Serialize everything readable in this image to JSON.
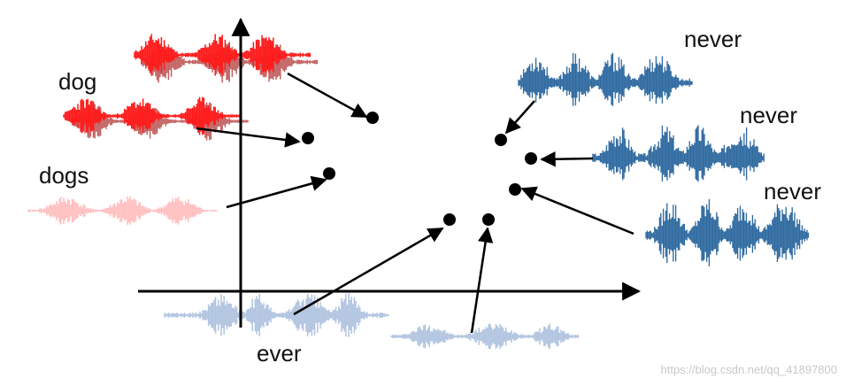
{
  "labels": {
    "dog": "dog",
    "dogs": "dogs",
    "never_1": "never",
    "never_2": "never",
    "never_3": "never",
    "ever": "ever"
  },
  "watermark": "https://blog.csdn.net/qq_41897800",
  "colors": {
    "axis": "#000000",
    "dot": "#000000",
    "wave_dog": "#ff1a1a",
    "wave_dog_shadow": "#b03030",
    "wave_dogs": "#ffc0c0",
    "wave_never": "#2f6aa0",
    "wave_ever": "#a9bedd"
  }
}
